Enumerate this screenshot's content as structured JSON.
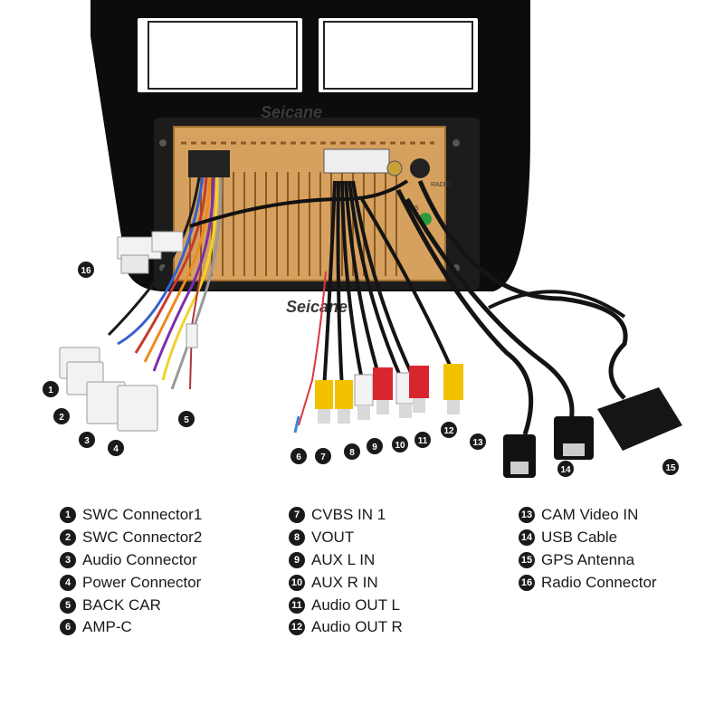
{
  "brand": {
    "text": "Seicane",
    "text2": "Seicane"
  },
  "unit_labels": {
    "radio": "RADIO",
    "gps": "GPS"
  },
  "legend": {
    "col1": [
      {
        "num": "1",
        "label": "SWC Connector1"
      },
      {
        "num": "2",
        "label": "SWC Connector2"
      },
      {
        "num": "3",
        "label": "Audio Connector"
      },
      {
        "num": "4",
        "label": "Power Connector"
      },
      {
        "num": "5",
        "label": "BACK CAR"
      },
      {
        "num": "6",
        "label": "AMP-C"
      }
    ],
    "col2": [
      {
        "num": "7",
        "label": "CVBS IN 1"
      },
      {
        "num": "8",
        "label": "VOUT"
      },
      {
        "num": "9",
        "label": "AUX L IN"
      },
      {
        "num": "10",
        "label": "AUX R IN"
      },
      {
        "num": "11",
        "label": "Audio OUT L"
      },
      {
        "num": "12",
        "label": "Audio OUT R"
      }
    ],
    "col3": [
      {
        "num": "13",
        "label": "CAM Video IN"
      },
      {
        "num": "14",
        "label": "USB Cable"
      },
      {
        "num": "15",
        "label": "GPS Antenna"
      },
      {
        "num": "16",
        "label": "Radio Connector"
      }
    ]
  },
  "colors": {
    "accent_panel": "#d6a15e",
    "frame": "#111111",
    "rca_yellow": "#f2c200",
    "rca_red": "#d8262f",
    "rca_white": "#f2f2f2"
  }
}
